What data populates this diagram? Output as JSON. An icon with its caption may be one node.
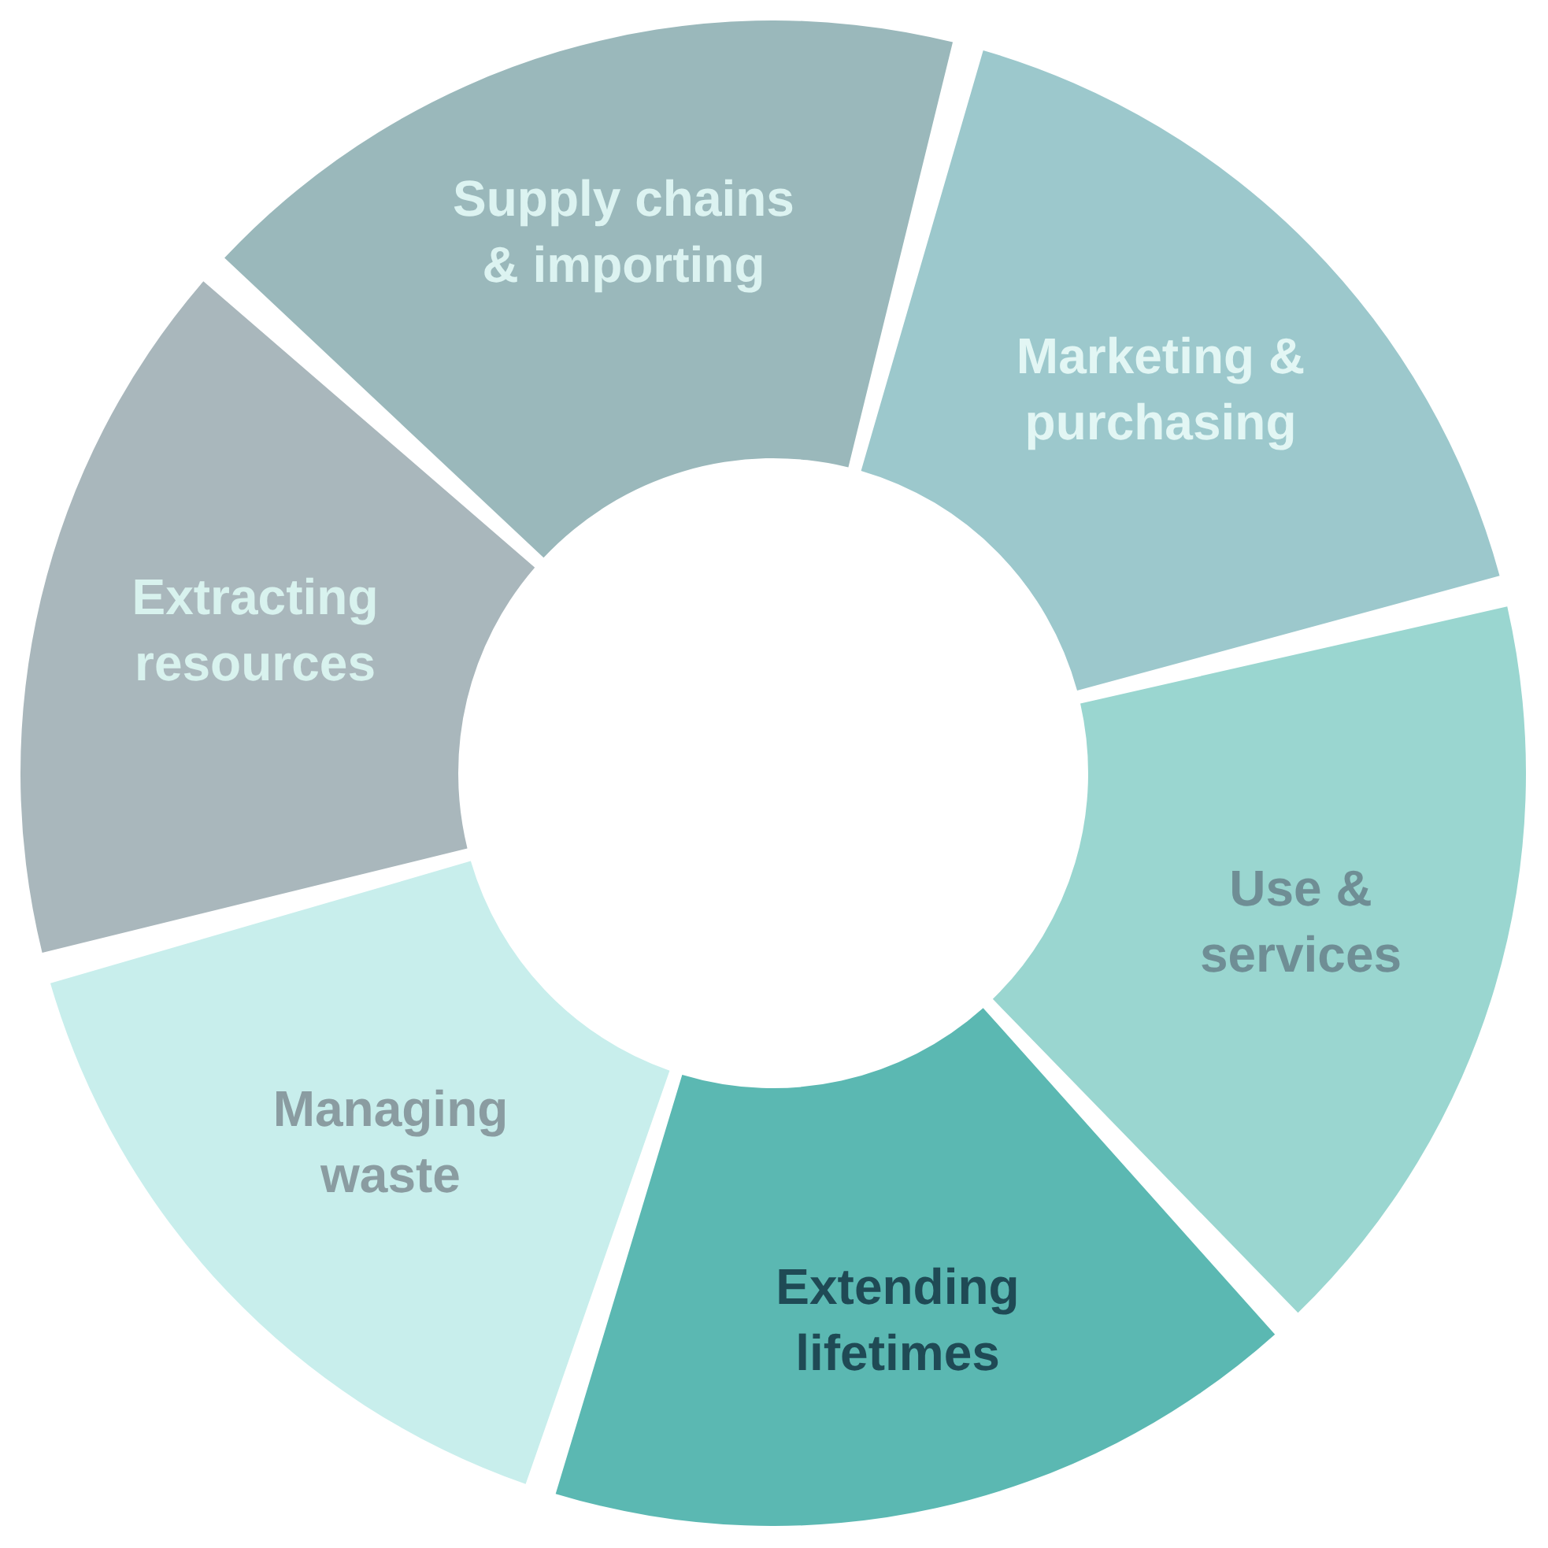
{
  "diagram": {
    "nodes": [
      {
        "text": [
          "Supply chains & importing"
        ]
      },
      {
        "text": [
          "Marketing & purchasing"
        ]
      },
      {
        "text": [
          "Use & services"
        ]
      },
      {
        "text": [
          "Extending lifetimes"
        ]
      },
      {
        "text": [
          "Managing waste"
        ]
      },
      {
        "text": [
          "Extracting resources"
        ]
      }
    ]
  }
}
